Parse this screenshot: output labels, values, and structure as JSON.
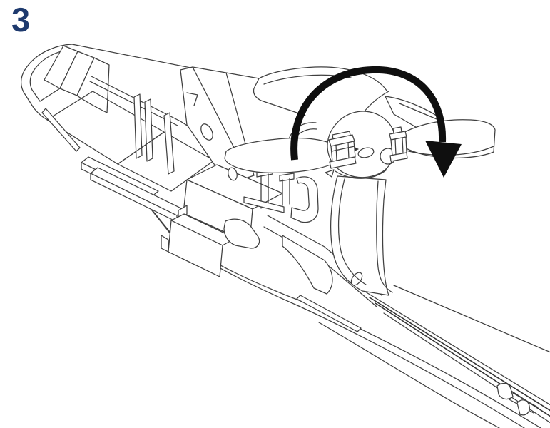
{
  "page": {
    "background_color": "#ffffff"
  },
  "step": {
    "number": "3",
    "number_color": "#1e3a6e"
  },
  "illustration": {
    "name": "airplane-fuselage-propeller-winding-diagram",
    "style": "technical-line-drawing",
    "line_color": "#3f3f3f",
    "rotation_arrow": {
      "direction": "clockwise",
      "color": "#0f0f0f"
    }
  }
}
